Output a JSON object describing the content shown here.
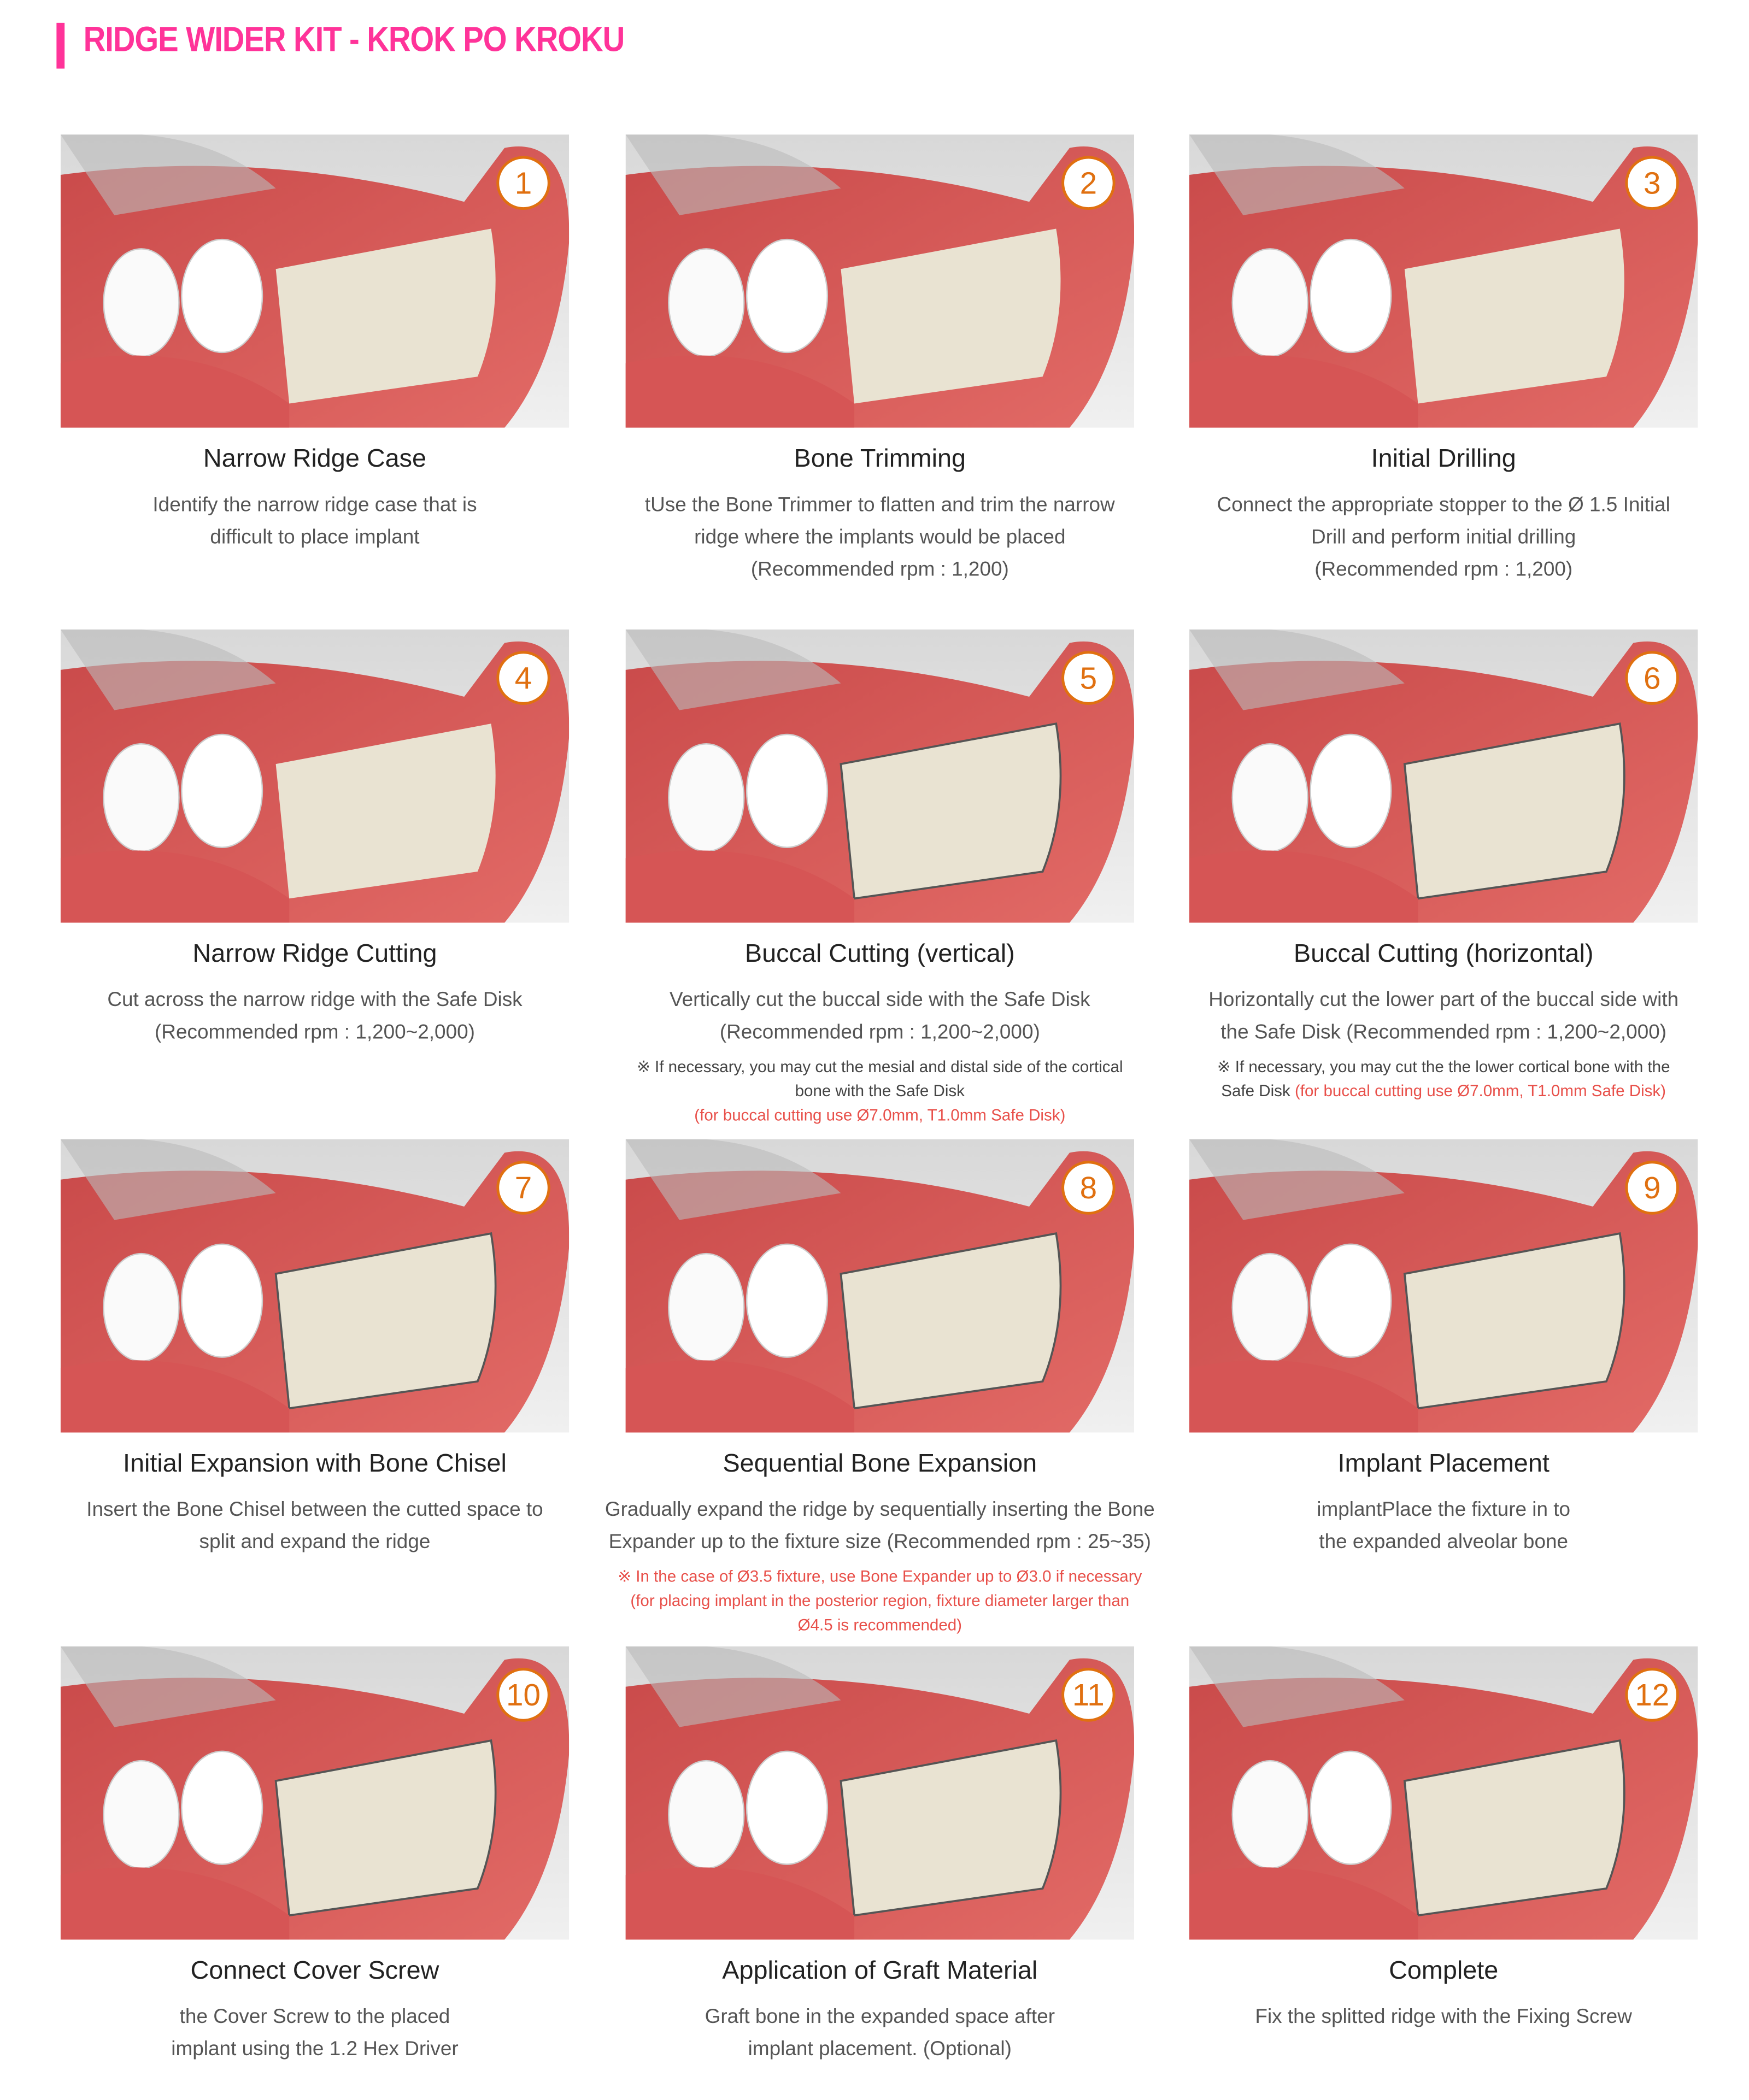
{
  "header": {
    "title": "RIDGE WIDER KIT - KROK PO KROKU",
    "accent": "#ff3399"
  },
  "badge_color": "#e07010",
  "steps": [
    {
      "num": "1",
      "title": "Narrow Ridge Case",
      "desc": [
        "Identify the narrow ridge case that is",
        "difficult to place implant"
      ]
    },
    {
      "num": "2",
      "title": "Bone Trimming",
      "desc": [
        "tUse the Bone Trimmer to flatten and trim the narrow",
        "ridge where the implants would be placed",
        "(Recommended rpm : 1,200)"
      ]
    },
    {
      "num": "3",
      "title": "Initial Drilling",
      "desc": [
        "Connect the appropriate stopper to the Ø 1.5 Initial",
        "Drill and perform initial drilling",
        "(Recommended rpm : 1,200)"
      ]
    },
    {
      "num": "4",
      "title": "Narrow Ridge Cutting",
      "desc": [
        "Cut across the narrow ridge with the Safe Disk",
        "(Recommended rpm : 1,200~2,000)"
      ]
    },
    {
      "num": "5",
      "title": "Buccal Cutting (vertical)",
      "desc": [
        "Vertically cut the buccal side with the Safe Disk",
        "(Recommended rpm : 1,200~2,000)"
      ],
      "note": [
        "※  If necessary, you may cut the mesial and distal side of the cortical",
        "bone with the Safe Disk"
      ],
      "note_red": "(for buccal cutting use Ø7.0mm, T1.0mm Safe Disk)"
    },
    {
      "num": "6",
      "title": "Buccal Cutting (horizontal)",
      "desc": [
        "Horizontally cut the lower part of the  buccal side with",
        "the Safe Disk (Recommended rpm : 1,200~2,000)"
      ],
      "note": [
        "※ If necessary, you may cut the  the lower cortical bone with the",
        "Safe Disk"
      ],
      "note_red": "(for buccal cutting use Ø7.0mm, T1.0mm Safe Disk)"
    },
    {
      "num": "7",
      "title": "Initial Expansion with Bone Chisel",
      "desc": [
        "Insert the Bone Chisel between the cutted space to",
        "split and expand the ridge"
      ]
    },
    {
      "num": "8",
      "title": "Sequential Bone Expansion",
      "desc": [
        "Gradually expand the ridge by sequentially inserting the Bone",
        "Expander up to the fixture size (Recommended rpm : 25~35)"
      ],
      "note_red_lines": [
        "※ In the case of Ø3.5 fixture, use Bone Expander up to Ø3.0 if necessary",
        "(for placing implant in the posterior region, fixture diameter larger than",
        "Ø4.5 is recommended)"
      ]
    },
    {
      "num": "9",
      "title": "Implant Placement",
      "desc": [
        "implantPlace the fixture in to",
        "the expanded alveolar bone"
      ]
    },
    {
      "num": "10",
      "title": "Connect Cover Screw",
      "desc": [
        "the Cover Screw to the placed",
        "implant using the 1.2 Hex Driver"
      ]
    },
    {
      "num": "11",
      "title": "Application of Graft Material",
      "desc": [
        "Graft bone in the expanded space after",
        "implant placement. (Optional)"
      ]
    },
    {
      "num": "12",
      "title": "Complete",
      "desc": [
        "Fix the splitted ridge with the Fixing Screw"
      ]
    }
  ]
}
